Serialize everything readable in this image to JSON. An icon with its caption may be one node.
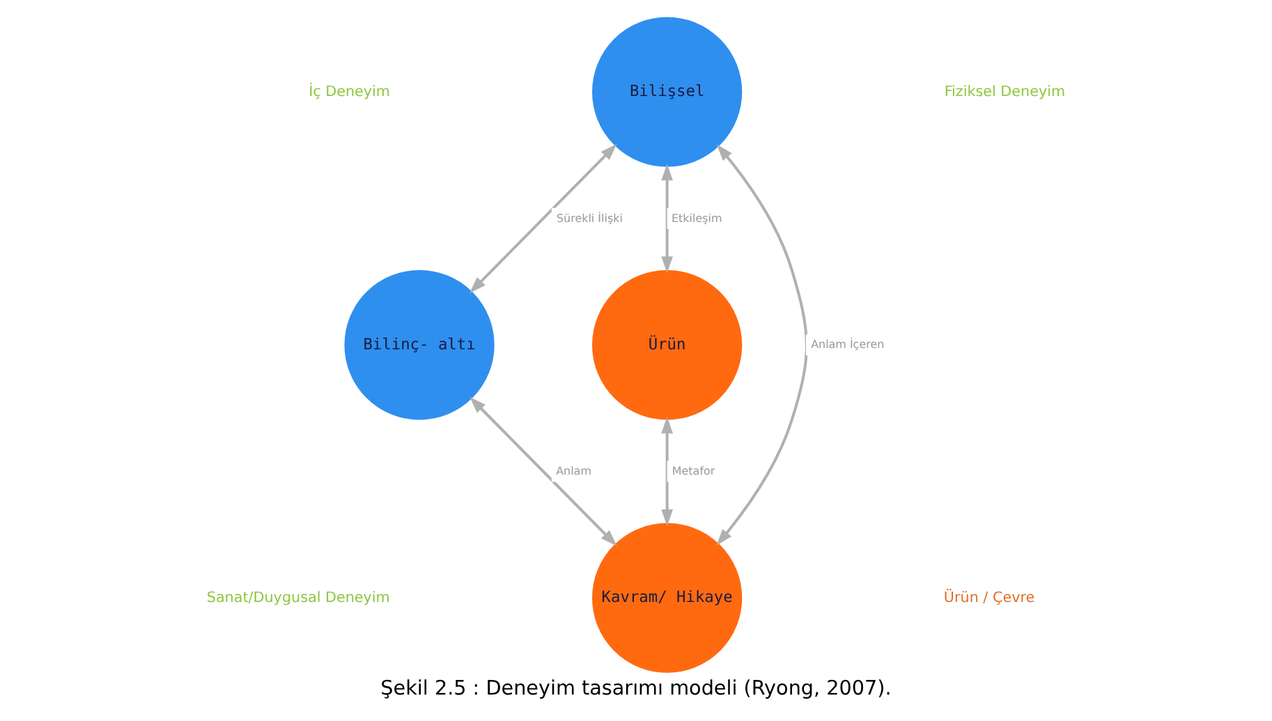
{
  "diagram": {
    "caption": "Şekil 2.5 : Deneyim tasarımı modeli (Ryong, 2007).",
    "nodes": [
      {
        "text": [
          "Bilişsel"
        ]
      },
      {
        "text": [
          "Bilinç- altı"
        ]
      },
      {
        "text": [
          "Ürün"
        ]
      },
      {
        "text": [
          "Kavram/ Hikaye"
        ]
      }
    ],
    "edges": [
      {
        "from": 0,
        "to": 1,
        "arrow": "both",
        "label": "Sürekli İlişki"
      },
      {
        "from": 0,
        "to": 2,
        "arrow": "both",
        "label": "Etkileşim"
      },
      {
        "from": 0,
        "to": 3,
        "arrow": "both",
        "label": "Anlam İçeren"
      },
      {
        "from": 1,
        "to": 3,
        "arrow": "both",
        "label": "Anlam"
      },
      {
        "from": 2,
        "to": 3,
        "arrow": "both",
        "label": "Metafor"
      }
    ],
    "labels": [
      "İç Deneyim",
      "Fiziksel Deneyim",
      "Sanat/Duygusal Deneyim",
      "Ürün / Çevre"
    ]
  }
}
